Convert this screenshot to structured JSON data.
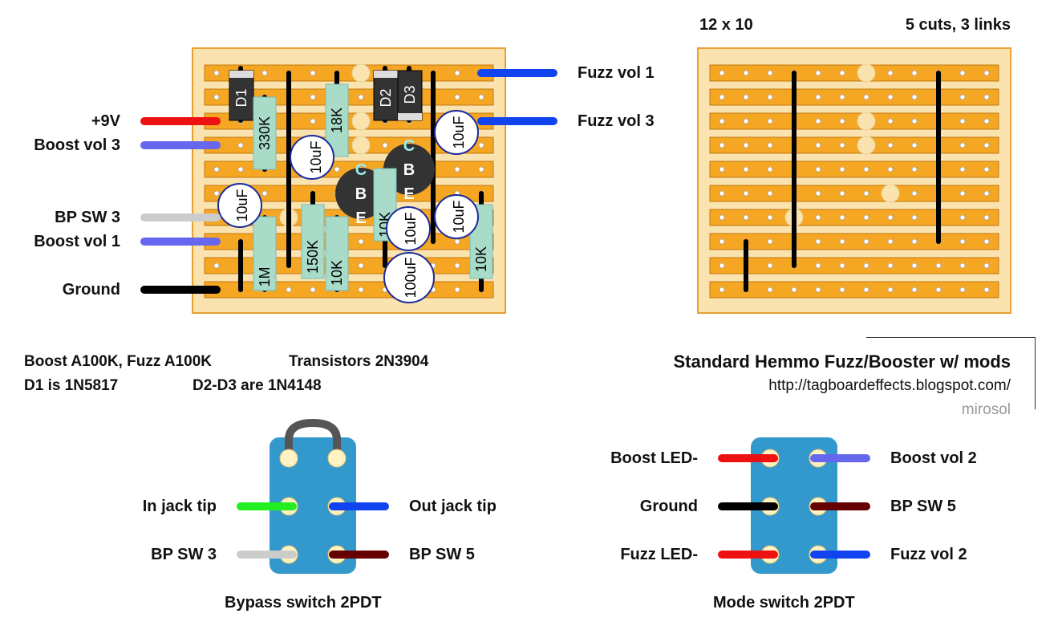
{
  "board_size": "12 x 10",
  "board_summary": "5 cuts, 3 links",
  "wire_labels": {
    "plus9v": "+9V",
    "boost_vol3": "Boost vol 3",
    "bp_sw3": "BP SW 3",
    "boost_vol1": "Boost vol 1",
    "ground": "Ground",
    "fuzz_vol1": "Fuzz vol 1",
    "fuzz_vol3": "Fuzz vol 3"
  },
  "components": {
    "d1": "D1",
    "d2": "D2",
    "d3": "D3",
    "r330k": "330K",
    "r18k": "18K",
    "r1m": "1M",
    "r150k": "150K",
    "r10k_a": "10K",
    "r10k_b": "10K",
    "r10k_c": "10K",
    "c10uf_a": "10uF",
    "c10uf_b": "10uF",
    "c10uf_c": "10uF",
    "c10uf_d": "10uF",
    "c10uf_e": "10uF",
    "c100uf": "100uF",
    "q_c": "C",
    "q_b": "B",
    "q_e": "E"
  },
  "notes": {
    "pots": "Boost A100K, Fuzz A100K",
    "transistors": "Transistors 2N3904",
    "d1": "D1 is 1N5817",
    "d2d3": "D2-D3 are 1N4148"
  },
  "title": "Standard Hemmo Fuzz/Booster w/ mods",
  "url": "http://tagboardeffects.blogspot.com/",
  "author": "mirosol",
  "bypass_switch": {
    "caption": "Bypass switch 2PDT",
    "in_jack_tip": "In jack tip",
    "out_jack_tip": "Out jack tip",
    "bp_sw3": "BP SW 3",
    "bp_sw5": "BP SW 5"
  },
  "mode_switch": {
    "caption": "Mode switch 2PDT",
    "boost_led": "Boost LED-",
    "boost_vol2": "Boost vol 2",
    "ground": "Ground",
    "bp_sw5": "BP SW 5",
    "fuzz_led": "Fuzz LED-",
    "fuzz_vol2": "Fuzz vol 2"
  },
  "colors": {
    "stripboard": "#F5A623",
    "board_bg": "#FBE3B0",
    "resistor": "#A8DCC8",
    "switch": "#3399CC",
    "wire_red": "#EE1111",
    "wire_blue": "#1144EE",
    "wire_periwinkle": "#6666EE",
    "wire_grey": "#CCCCCC",
    "wire_green": "#22EE22",
    "wire_brown": "#660000",
    "wire_black": "#000000"
  }
}
